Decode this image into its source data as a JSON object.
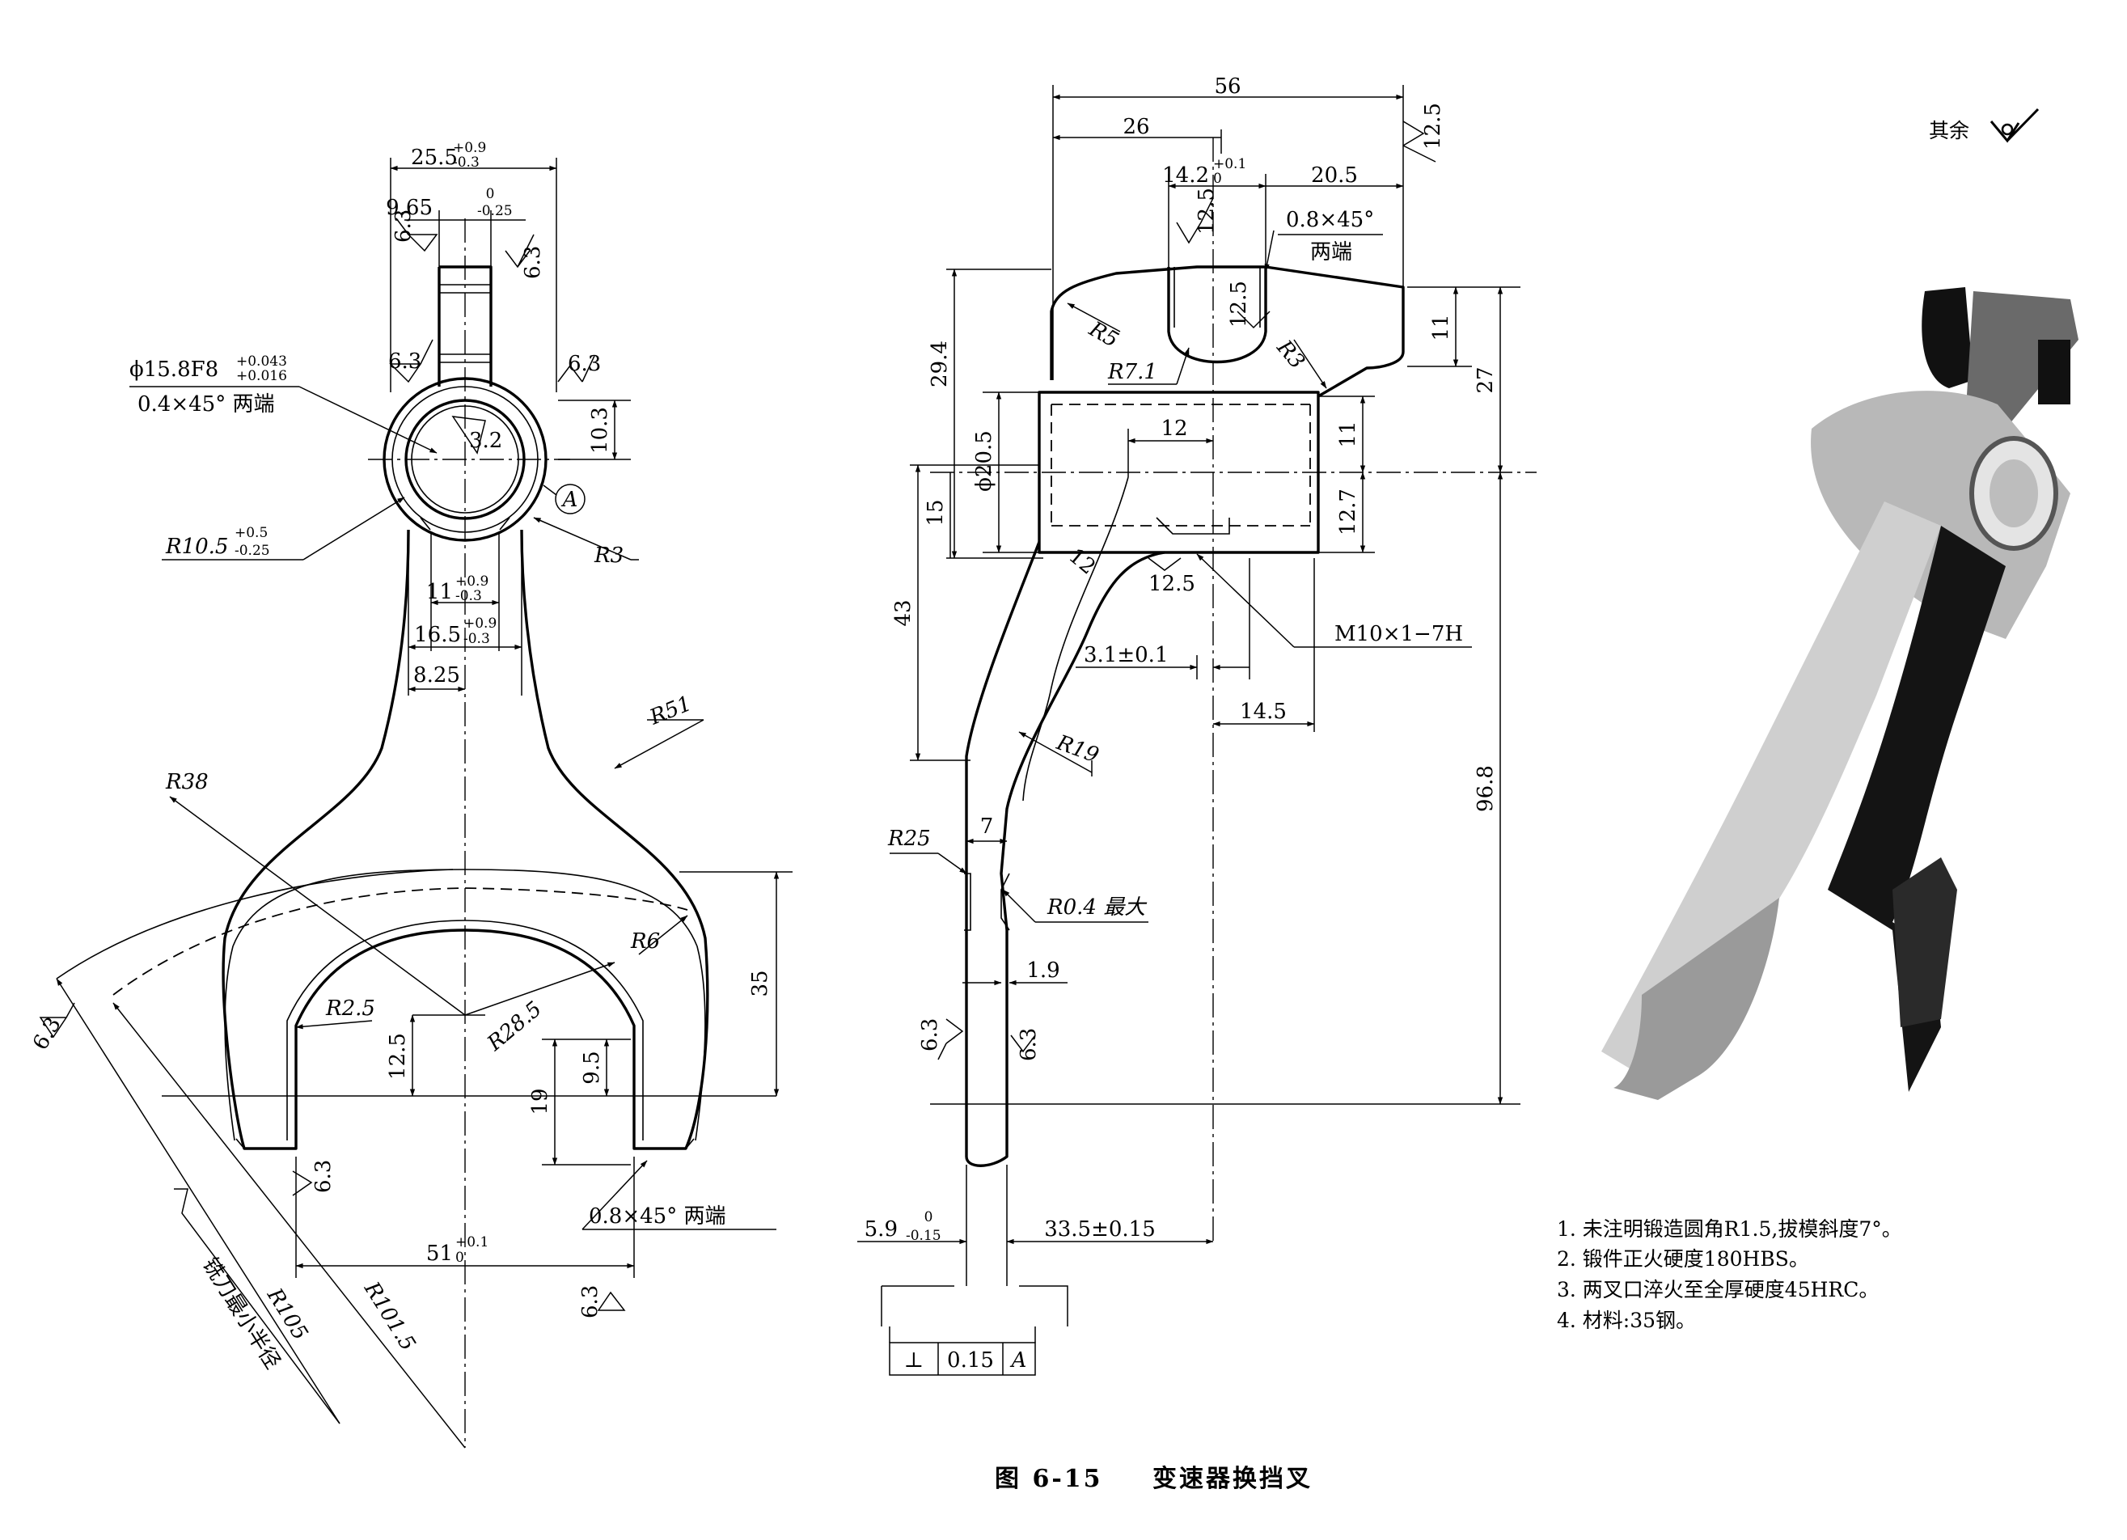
{
  "caption": {
    "figure_no": "图 6-15",
    "title": "变速器换挡叉"
  },
  "roughness_default": {
    "label": "其余"
  },
  "notes": [
    "1. 未注明锻造圆角R1.5,拔模斜度7°。",
    "2. 锻件正火硬度180HBS。",
    "3. 两叉口淬火至全厚硬度45HRC。",
    "4. 材料:35钢。"
  ],
  "front_view": {
    "dim_width_top": "25.5",
    "dim_width_top_tol_upper": "+0.9",
    "dim_width_top_tol_lower": "-0.3",
    "dim_slot": "9.65",
    "dim_slot_tol_upper": "0",
    "dim_slot_tol_lower": "-0.25",
    "bore_label": "ϕ15.8F8",
    "bore_tol_upper": "+0.043",
    "bore_tol_lower": "+0.016",
    "bore_chamfer": "0.4×45° 两端",
    "roughness_top_left": "6.3",
    "roughness_top_right": "6.3",
    "roughness_side_left": "6.3",
    "roughness_side_right": "6.3",
    "roughness_bore": "3.2",
    "dim_10_3": "10.3",
    "datum_a": "A",
    "r10_5": "R10.5",
    "r10_5_tol_upper": "+0.5",
    "r10_5_tol_lower": "-0.25",
    "r3": "R3",
    "dim_11": "11",
    "dim_11_tol_upper": "+0.9",
    "dim_11_tol_lower": "-0.3",
    "dim_16_5": "16.5",
    "dim_16_5_tol_upper": "+0.9",
    "dim_16_5_tol_lower": "-0.3",
    "dim_8_25": "8.25",
    "r51": "R51",
    "r38": "R38",
    "r6": "R6",
    "r2_5": "R2.5",
    "r28_5": "R28.5",
    "dim_12_5": "12.5",
    "dim_9_5": "9.5",
    "dim_35": "35",
    "dim_19": "19",
    "chamfer_ends": "0.8×45°  两端",
    "dim_51": "51",
    "dim_51_tol_upper": "+0.1",
    "dim_51_tol_lower": "0",
    "r105": "R105",
    "r101_5": "R101.5",
    "cutter_note": "铣刀最小半径",
    "roughness_arc": "6.3",
    "roughness_fork_left": "6.3",
    "roughness_fork_right": "6.3"
  },
  "side_view": {
    "dim_56": "56",
    "dim_26": "26",
    "dim_14_2": "14.2",
    "dim_14_2_tol_upper": "+0.1",
    "dim_14_2_tol_lower": "0",
    "dim_20_5": "20.5",
    "roughness_12_5_a": "12.5",
    "roughness_12_5_b": "12.5",
    "roughness_12_5_c": "12.5",
    "roughness_12_5_d": "12.5",
    "chamfer": "0.8×45°",
    "chamfer_ends": "两端",
    "dim_11_top": "11",
    "dim_27": "27",
    "r5": "R5",
    "r7_1": "R7.1",
    "r3": "R3",
    "dim_29_4": "29.4",
    "dim_phi20_5": "ϕ20.5",
    "dim_12": "12",
    "dim_11_mid": "11",
    "dim_12_7": "12.7",
    "dim_15": "15",
    "dim_12_slant": "12",
    "thread": "M10×1−7H",
    "dim_3_1": "3.1±0.1",
    "dim_43": "43",
    "dim_14_5": "14.5",
    "r19": "R19",
    "dim_96_8": "96.8",
    "r25": "R25",
    "dim_7": "7",
    "r0_4": "R0.4 最大",
    "dim_1_9": "1.9",
    "roughness_left": "6.3",
    "roughness_right": "6.3",
    "dim_5_9": "5.9",
    "dim_5_9_tol_upper": "0",
    "dim_5_9_tol_lower": "-0.15",
    "dim_33_5": "33.5±0.15",
    "gdt_symbol": "⊥",
    "gdt_value": "0.15",
    "gdt_datum": "A"
  }
}
